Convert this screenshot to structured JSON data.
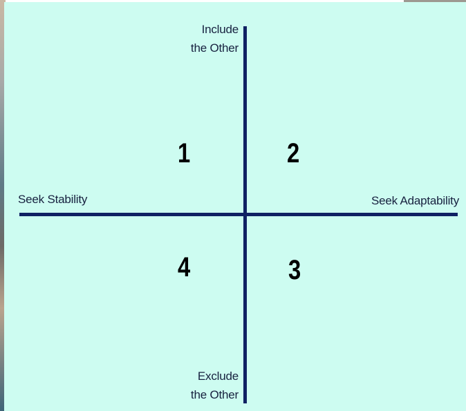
{
  "diagram": {
    "top_label": [
      "Include",
      "the Other"
    ],
    "bottom_label": [
      "Exclude",
      "the Other"
    ],
    "left_label": "Seek Stability",
    "right_label": "Seek Adaptability",
    "quadrants": {
      "q1": "1",
      "q2": "2",
      "q3": "3",
      "q4": "4"
    }
  },
  "colors": {
    "background": "#cdfcf1",
    "axis": "#0f2163",
    "text": "#17213f"
  }
}
